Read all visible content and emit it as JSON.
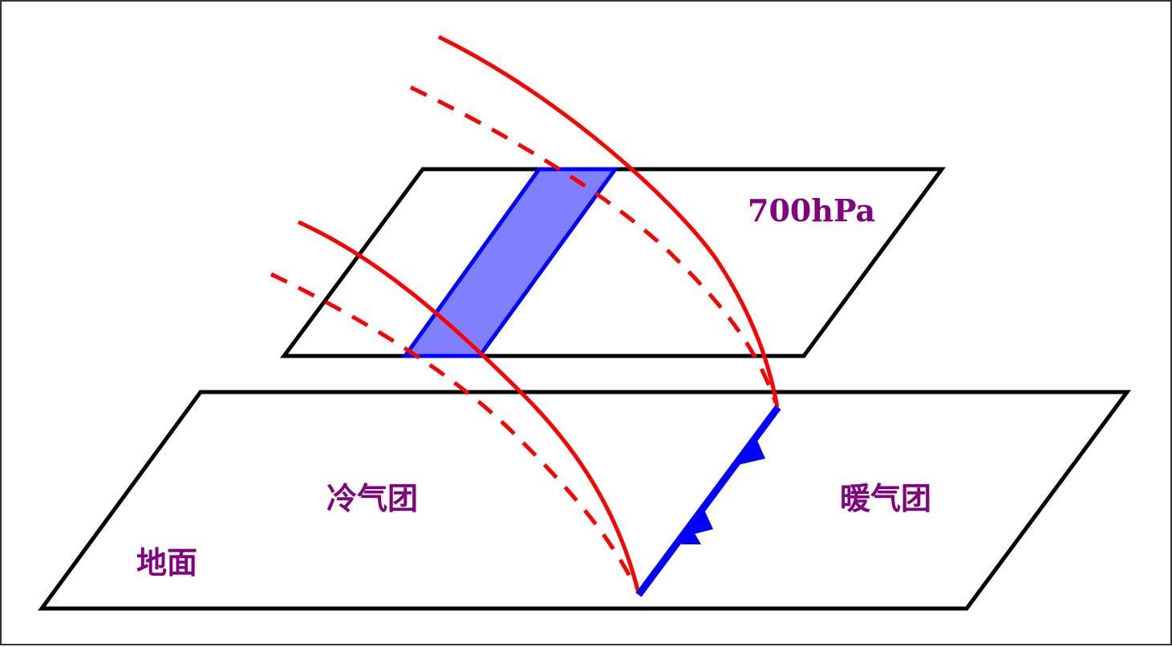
{
  "labels": {
    "upper_plane": "700hPa",
    "cold_air_mass": "冷气团",
    "warm_air_mass": "暖气团",
    "ground": "地面"
  },
  "colors": {
    "plane_outline": "#000000",
    "front_surface": "#ff0000",
    "front_line": "#0000ff",
    "front_band_fill": "#8080ff",
    "label_text": "#800080"
  }
}
